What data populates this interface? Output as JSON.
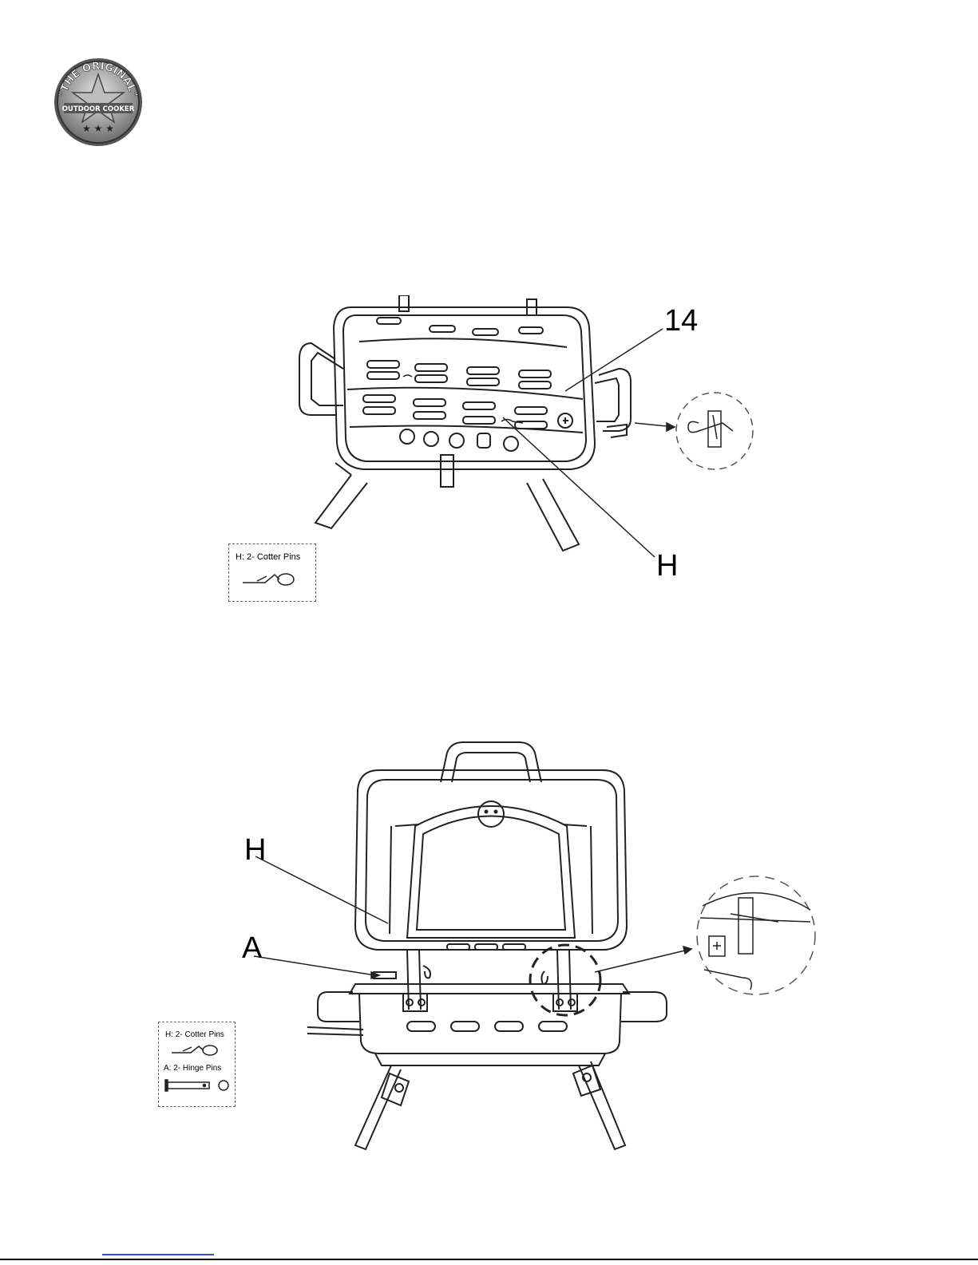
{
  "logo": {
    "top_text": "\"THE ORIGINAL\"",
    "bottom_text": "OUTDOOR COOKER"
  },
  "figure1": {
    "callout_14": "14",
    "callout_h": "H",
    "parts_box": {
      "label": "H:  2- Cotter Pins"
    }
  },
  "figure2": {
    "callout_h": "H",
    "callout_a": "A",
    "parts_box": {
      "label_h": "H:  2- Cotter Pins",
      "label_a": "A: 2- Hinge Pins"
    }
  }
}
